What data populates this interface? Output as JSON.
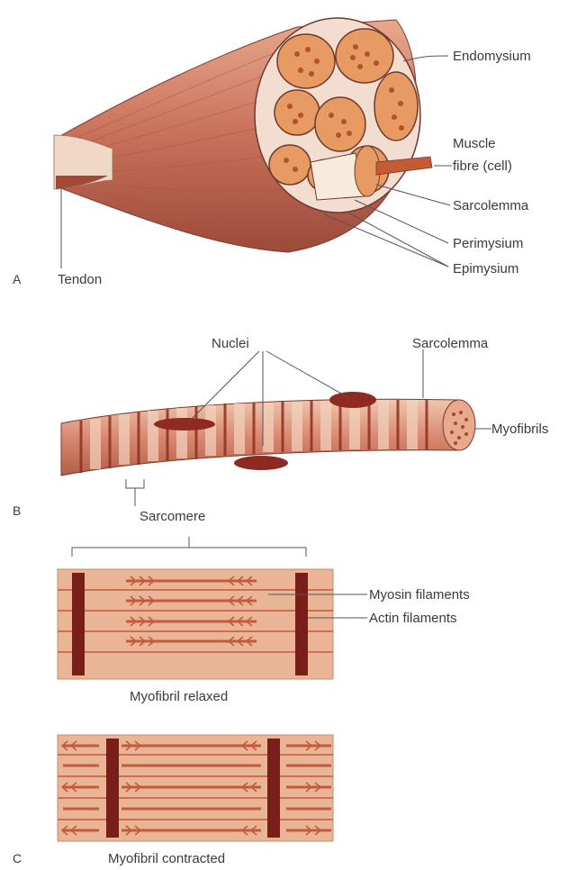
{
  "panel_a": {
    "letter": "A",
    "labels": {
      "endomysium": "Endomysium",
      "muscle_fibre_1": "Muscle",
      "muscle_fibre_2": "fibre (cell)",
      "sarcolemma": "Sarcolemma",
      "perimysium": "Perimysium",
      "epimysium": "Epimysium",
      "tendon": "Tendon"
    }
  },
  "panel_b": {
    "letter": "B",
    "labels": {
      "nuclei": "Nuclei",
      "sarcolemma": "Sarcolemma",
      "myofibrils": "Myofibrils",
      "sarcomere": "Sarcomere"
    }
  },
  "panel_c": {
    "letter": "C",
    "labels": {
      "myosin": "Myosin filaments",
      "actin": "Actin filaments",
      "relaxed": "Myofibril relaxed",
      "contracted": "Myofibril contracted"
    }
  },
  "colors": {
    "muscle": "#c8705a",
    "muscle_light": "#e8b49a",
    "dark_band": "#7a1e1a",
    "filament_bg": "#e9b596",
    "myosin": "#c45a3c"
  }
}
